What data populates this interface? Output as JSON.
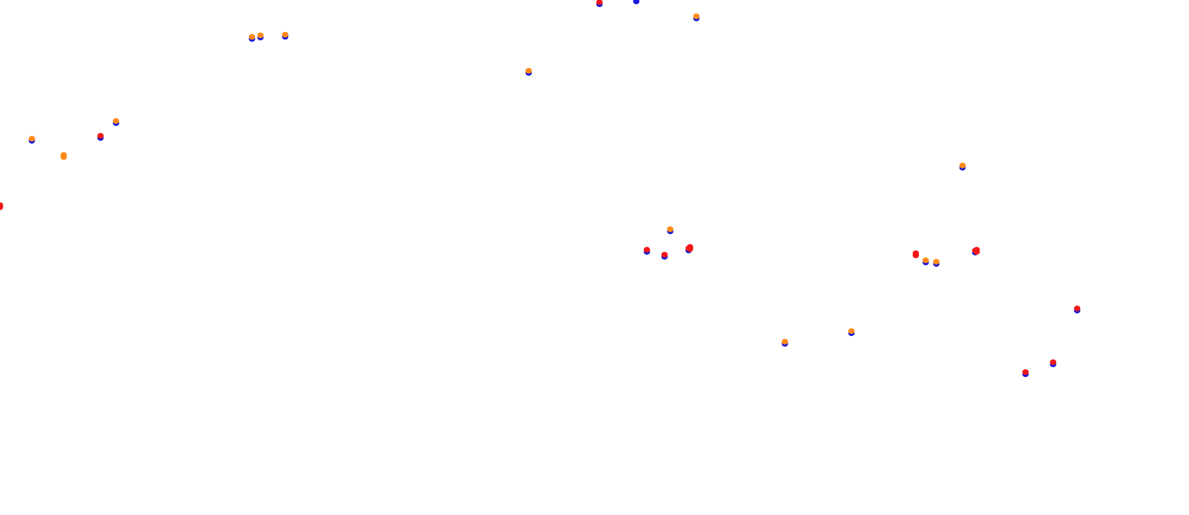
{
  "colors": {
    "background": "#ffffff",
    "blue": "#1a1adb",
    "red": "#f21818",
    "orange": "#ff8a1a"
  },
  "marker_groups": [
    {
      "name": "group-top-left-cluster",
      "count": 3
    },
    {
      "name": "group-left-cluster",
      "count": 5
    },
    {
      "name": "group-center-top",
      "count": 4
    },
    {
      "name": "group-center-mid",
      "count": 5
    },
    {
      "name": "group-right-mid",
      "count": 6
    },
    {
      "name": "group-lower-right",
      "count": 5
    }
  ]
}
